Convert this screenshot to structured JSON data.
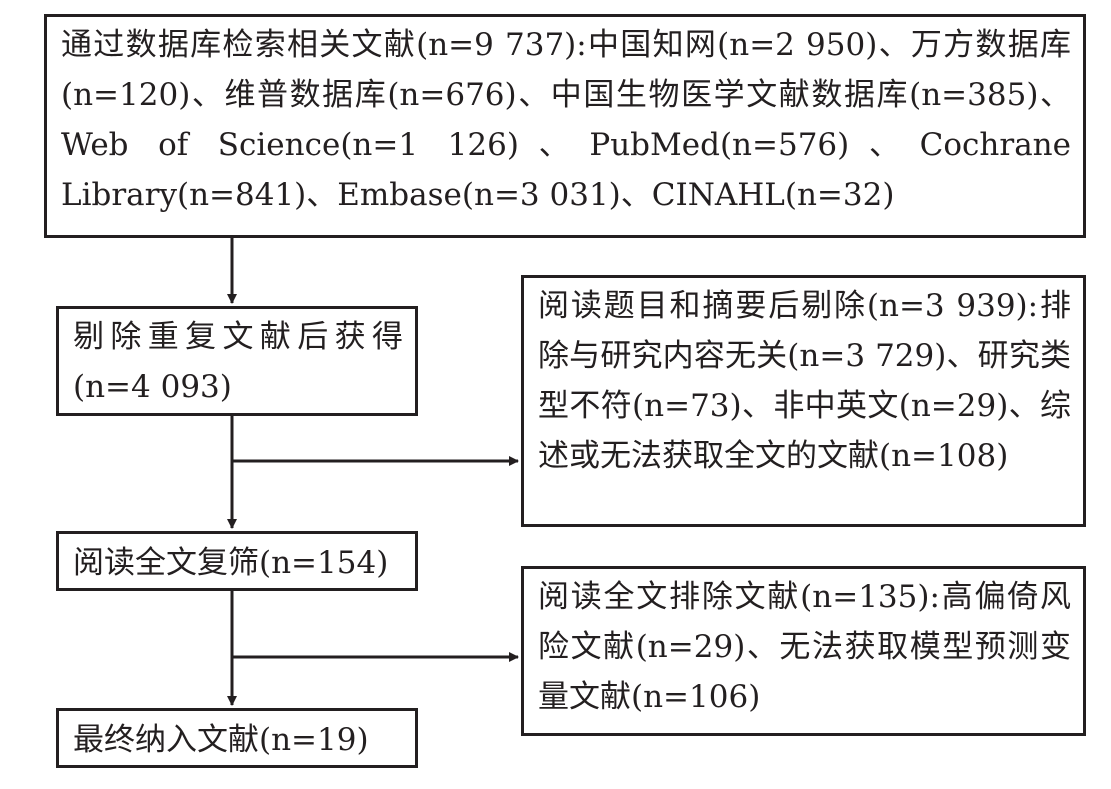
{
  "flow": {
    "search": {
      "text": "通过数据库检索相关文献(n=9 737):中国知网(n=2 950)、万方数据库(n=120)、维普数据库(n=676)、中国生物医学文献数据库(n=385)、Web of Science(n=1 126)、PubMed(n=576)、Cochrane Library(n=841)、Embase(n=3 031)、CINAHL(n=32)"
    },
    "dedup": {
      "text": "剔除重复文献后获得(n=4 093)"
    },
    "exclude_title_abstract": {
      "text": "阅读题目和摘要后剔除(n=3 939):排除与研究内容无关(n=3 729)、研究类型不符(n=73)、非中英文(n=29)、综述或无法获取全文的文献(n=108)"
    },
    "fulltext_review": {
      "text": "阅读全文复筛(n=154)"
    },
    "exclude_fulltext": {
      "text": "阅读全文排除文献(n=135):高偏倚风险文献(n=29)、无法获取模型预测变量文献(n=106)"
    },
    "final": {
      "text": "最终纳入文献(n=19)"
    }
  }
}
